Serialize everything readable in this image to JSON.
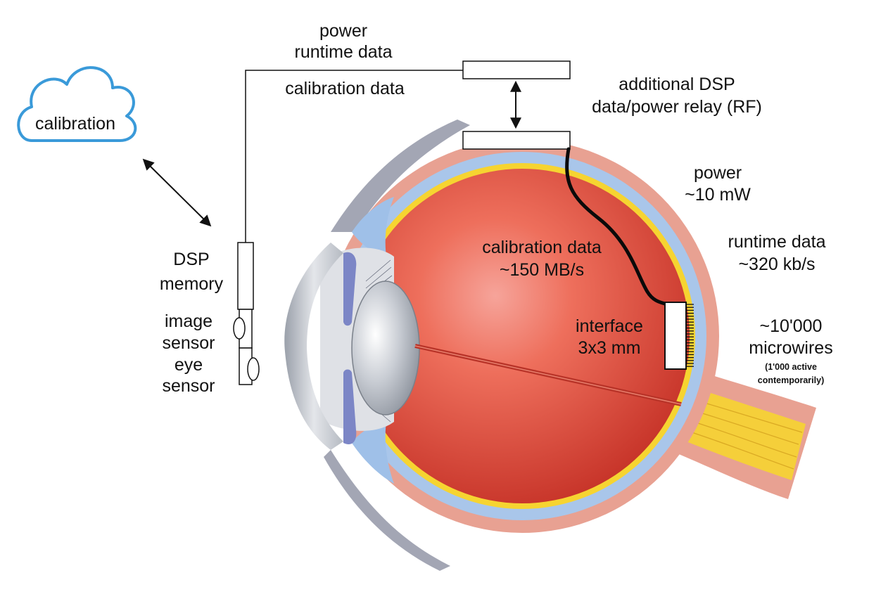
{
  "cloud": {
    "label": "calibration",
    "color": "#3a9ad9"
  },
  "external_link": {
    "power": "power",
    "runtime_data": "runtime data",
    "calibration_data": "calibration data"
  },
  "relay": {
    "line1": "additional DSP",
    "line2": "data/power relay (RF)"
  },
  "device": {
    "dsp": "DSP",
    "memory": "memory",
    "image": "image",
    "sensor1": "sensor",
    "eye": "eye",
    "sensor2": "sensor"
  },
  "implant_link": {
    "power": "power",
    "power_value": "~10 mW",
    "runtime_data": "runtime data",
    "runtime_value": "~320 kb/s",
    "calibration_data": "calibration data",
    "calibration_value": "~150 MB/s"
  },
  "interface": {
    "line1": "interface",
    "line2": "3x3 mm"
  },
  "microwires": {
    "count": "~10'000",
    "label": "microwires",
    "note1": "(1'000 active",
    "note2": "contemporarily)"
  },
  "colors": {
    "sclera": "#e8a192",
    "choroid": "#a9c6ea",
    "retina": "#f6d431",
    "vitreous": "#d9423a",
    "lens": "#b8bec8",
    "iris": "#7c86c6",
    "nerve": "#f5cf3a"
  }
}
